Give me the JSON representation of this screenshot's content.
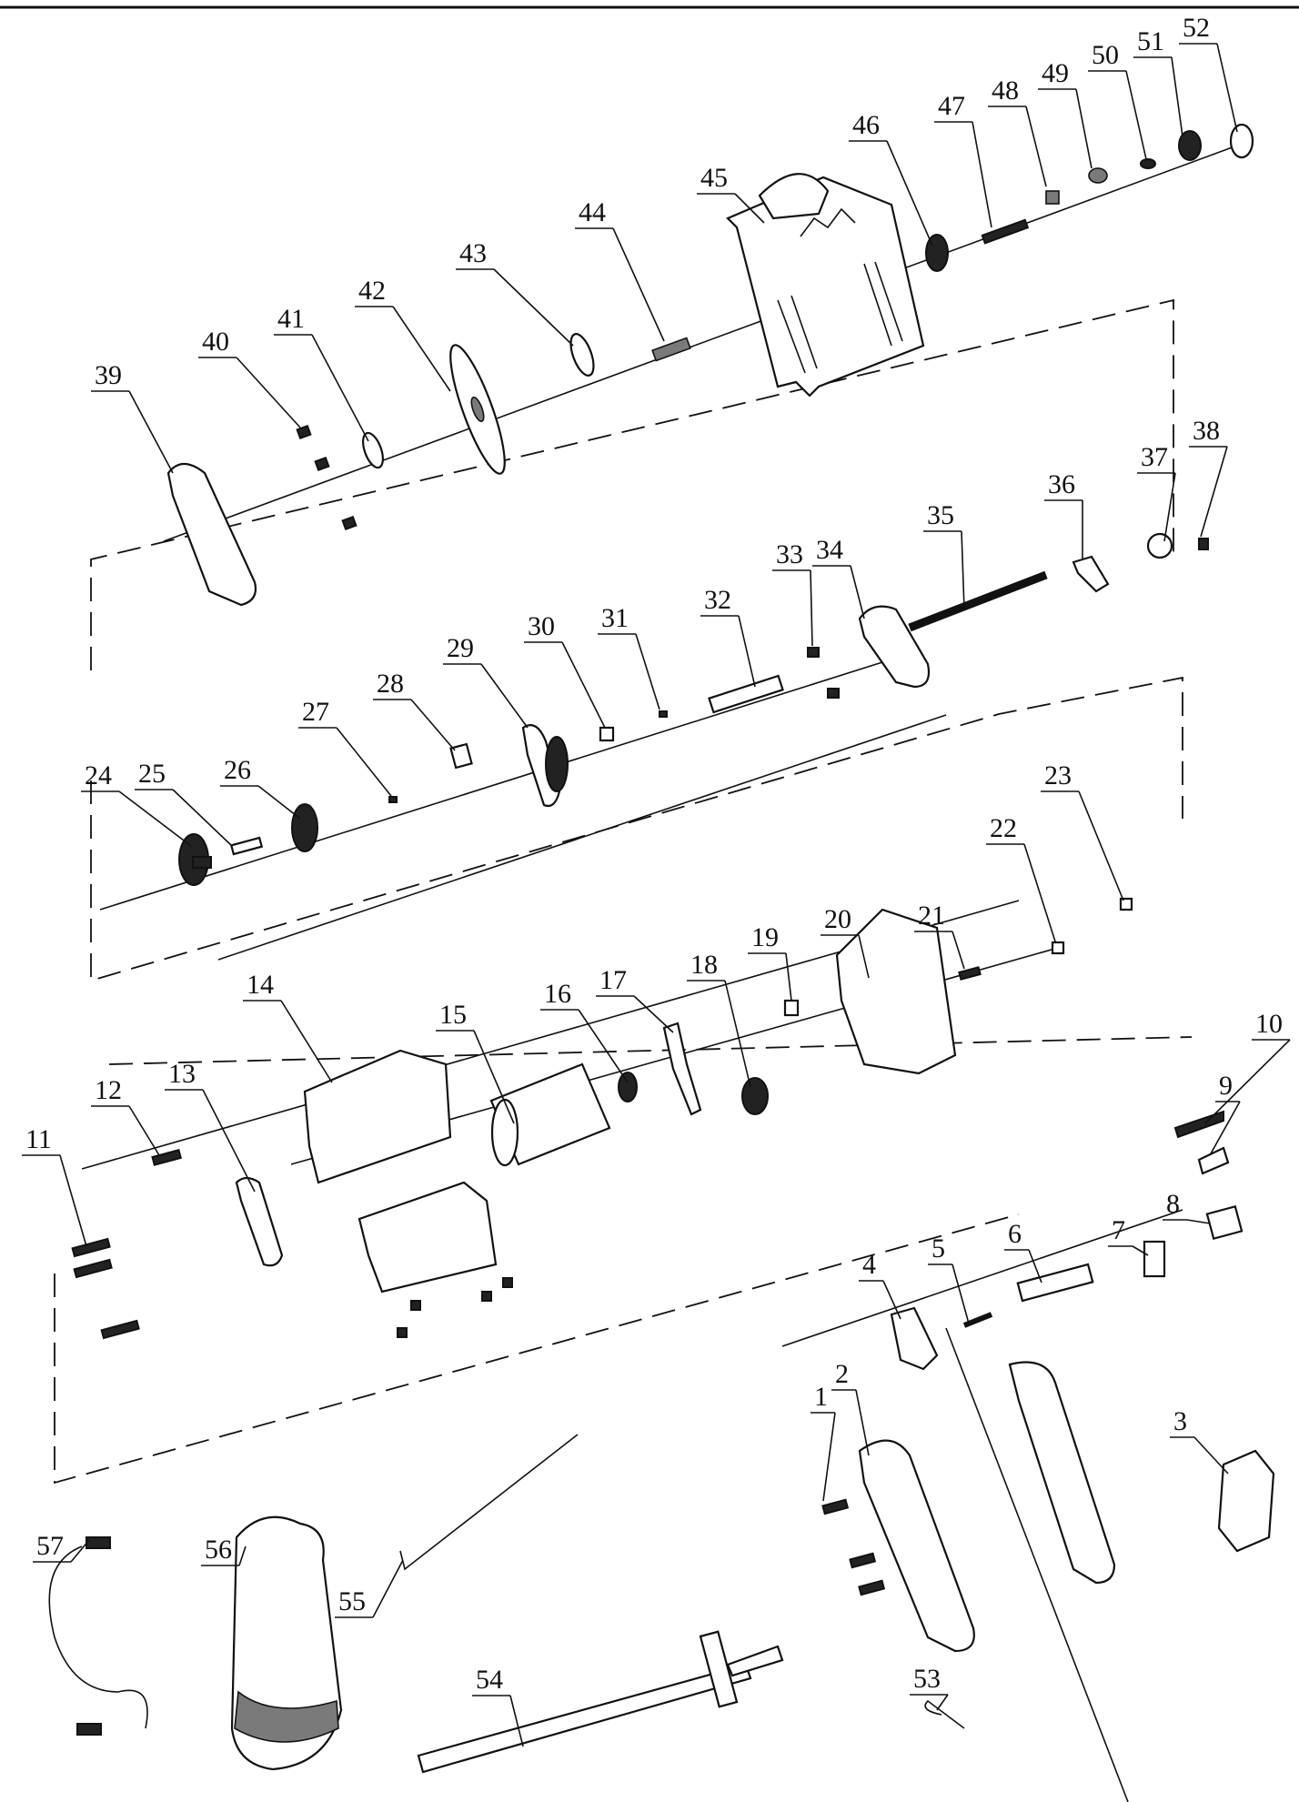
{
  "parts": [
    "1",
    "2",
    "3",
    "4",
    "5",
    "6",
    "7",
    "8",
    "9",
    "10",
    "11",
    "12",
    "13",
    "14",
    "15",
    "16",
    "17",
    "18",
    "19",
    "20",
    "21",
    "22",
    "23",
    "24",
    "25",
    "26",
    "27",
    "28",
    "29",
    "30",
    "31",
    "32",
    "33",
    "34",
    "35",
    "36",
    "37",
    "38",
    "39",
    "40",
    "41",
    "42",
    "43",
    "44",
    "45",
    "46",
    "47",
    "48",
    "49",
    "50",
    "51",
    "52",
    "53",
    "54",
    "55",
    "56",
    "57"
  ],
  "colors": {
    "ink": "#111111",
    "shade": "#7a7a7a",
    "background": "#ffffff"
  }
}
